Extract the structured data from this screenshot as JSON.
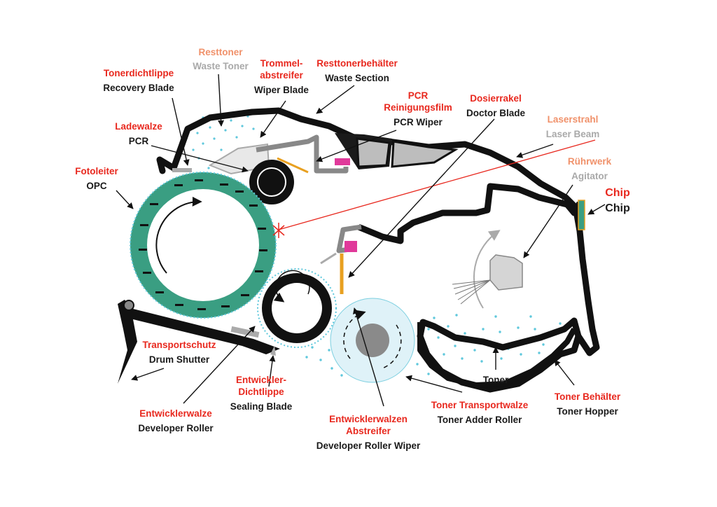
{
  "colors": {
    "label_de": "#e8281e",
    "label_en": "#1a1a1a",
    "label_de_light": "#f0916a",
    "label_en_light": "#a9a9a9",
    "opc_drum": "#3a9e82",
    "toner_dots": "#5fc8dc",
    "wiper_felt": "#e0399a",
    "doctor_blade": "#e8a020"
  },
  "labels": {
    "recovery_blade": {
      "de": "Tonerdichtlippe",
      "en": "Recovery Blade"
    },
    "waste_toner": {
      "de": "Resttoner",
      "en": "Waste Toner"
    },
    "wiper_blade": {
      "de_line1": "Trommel-",
      "de_line2": "abstreifer",
      "en": "Wiper Blade"
    },
    "waste_section": {
      "de": "Resttonerbehälter",
      "en": "Waste Section"
    },
    "pcr_wiper": {
      "de_line1": "PCR",
      "de_line2": "Reinigungsfilm",
      "en": "PCR Wiper"
    },
    "doctor_blade": {
      "de": "Dosierrakel",
      "en": "Doctor Blade"
    },
    "laser_beam": {
      "de": "Laserstrahl",
      "en": "Laser Beam"
    },
    "agitator": {
      "de": "Rührwerk",
      "en": "Agitator"
    },
    "chip": {
      "de": "Chip",
      "en": "Chip"
    },
    "pcr": {
      "de": "Ladewalze",
      "en": "PCR"
    },
    "opc": {
      "de": "Fotoleiter",
      "en": "OPC"
    },
    "drum_shutter": {
      "de": "Transportschutz",
      "en": "Drum Shutter"
    },
    "sealing_blade": {
      "de_line1": "Entwickler-",
      "de_line2": "Dichtlippe",
      "en": "Sealing Blade"
    },
    "developer_roller": {
      "de": "Entwicklerwalze",
      "en": "Developer Roller"
    },
    "developer_roller_wiper": {
      "de_line1": "Entwicklerwalzen",
      "de_line2": "Abstreifer",
      "en": "Developer Roller Wiper"
    },
    "toner_adder_roller": {
      "de": "Toner Transportwalze",
      "en": "Toner Adder Roller"
    },
    "toner": {
      "en": "Toner"
    },
    "toner_hopper": {
      "de": "Toner Behälter",
      "en": "Toner Hopper"
    }
  }
}
